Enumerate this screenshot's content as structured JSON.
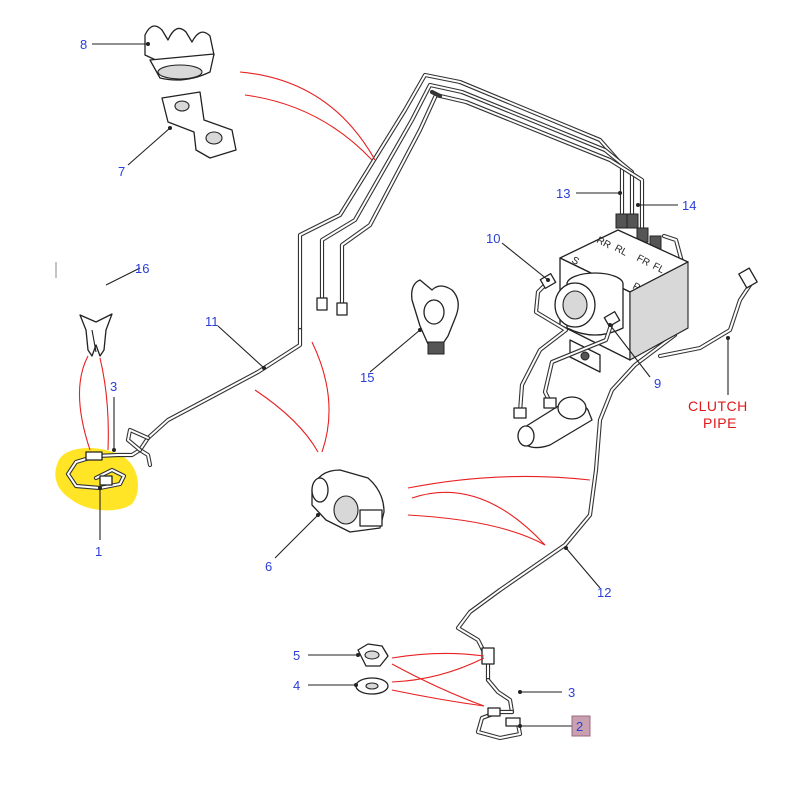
{
  "diagram": {
    "callouts": {
      "c1": "1",
      "c2": "2",
      "c3a": "3",
      "c3b": "3",
      "c4": "4",
      "c5": "5",
      "c6": "6",
      "c7": "7",
      "c8": "8",
      "c9": "9",
      "c10": "10",
      "c11": "11",
      "c12": "12",
      "c13": "13",
      "c14": "14",
      "c15": "15",
      "c16": "16"
    },
    "clutch_line1": "CLUTCH",
    "clutch_line2": "PIPE",
    "ports": {
      "s": "S",
      "rr": "RR",
      "rl": "RL",
      "fr": "FR",
      "fl": "FL",
      "p": "P"
    },
    "colors": {
      "highlight": "#ffe000",
      "callout_text": "#2a3fd6",
      "note_text": "#e01818",
      "selected_box": "#c8a0b0"
    }
  }
}
